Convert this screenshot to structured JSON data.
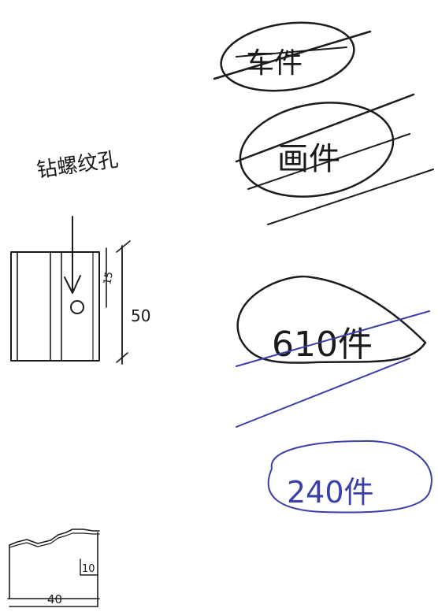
{
  "annotations": {
    "note_top": "钻螺纹孔",
    "count_1": "车件",
    "count_2": "画件",
    "count_3": "610件",
    "count_4": "240件"
  },
  "drawing_part": {
    "dim_hole_offset": "15",
    "dim_height": "50"
  },
  "drawing_profile": {
    "dim_step": "10",
    "dim_width": "40"
  },
  "colors": {
    "ink_black": "#1c1c1c",
    "ink_blue": "#3b3fa8"
  }
}
